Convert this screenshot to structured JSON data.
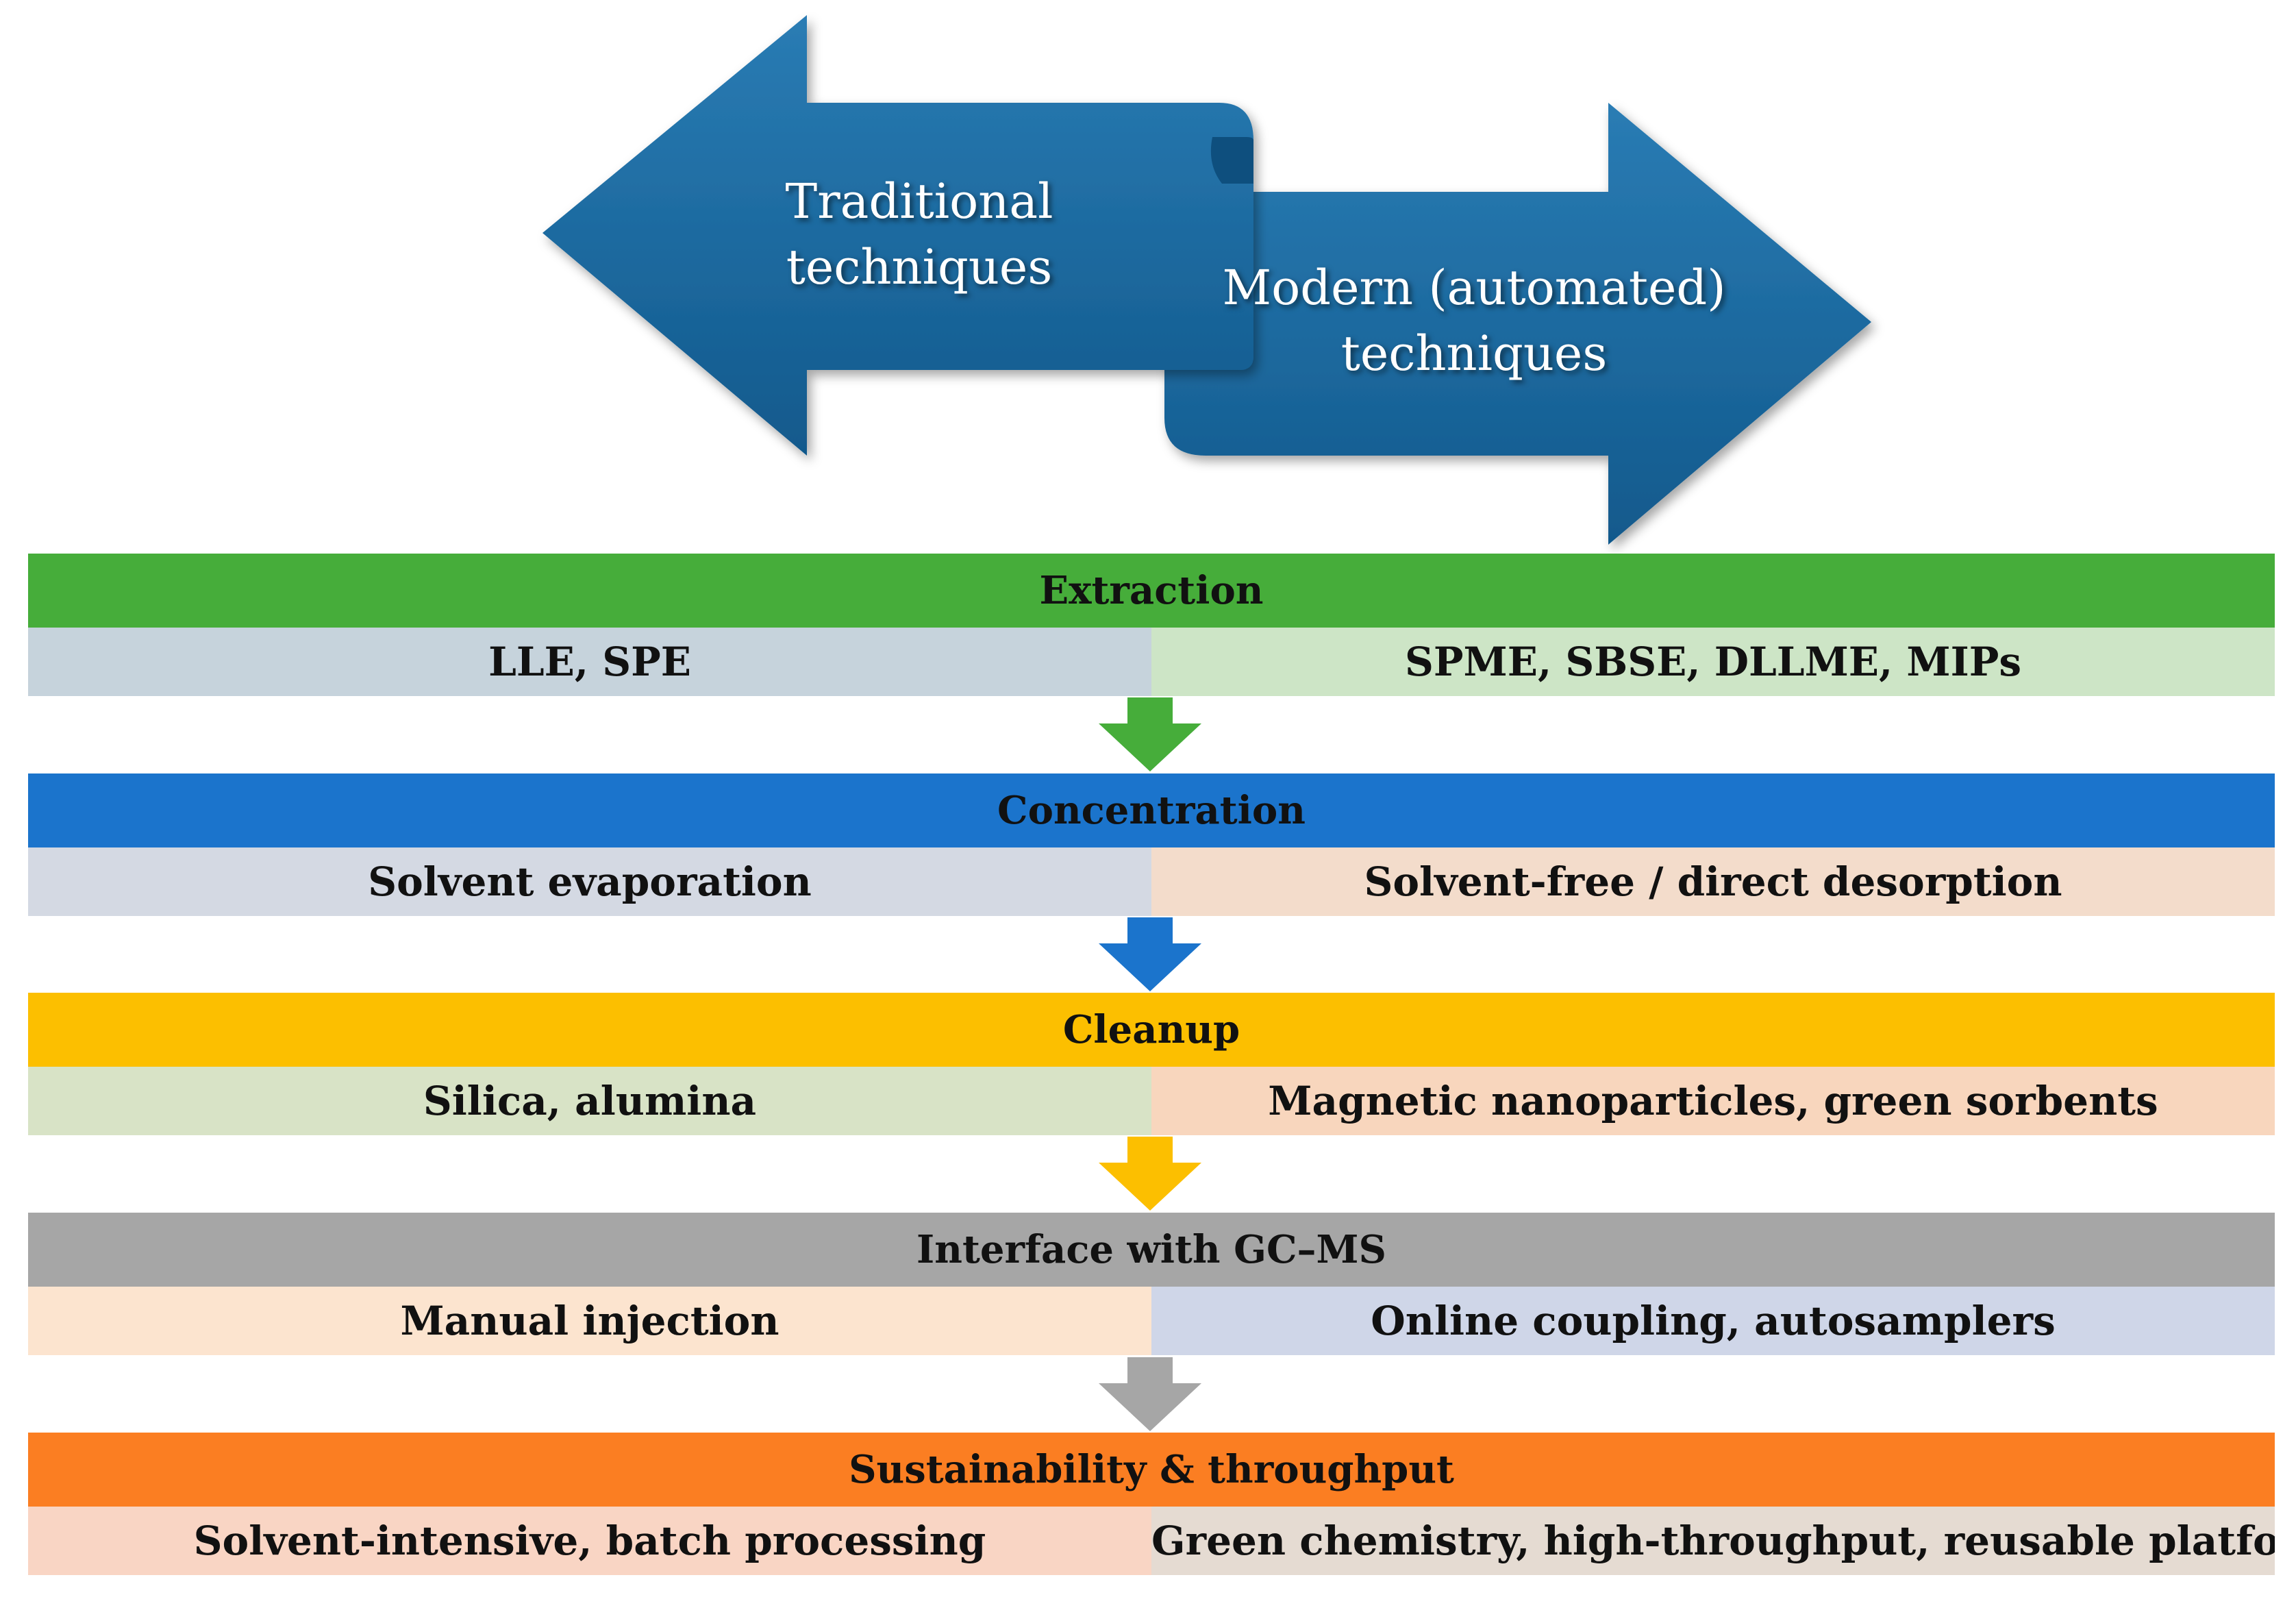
{
  "arrows": {
    "traditional_label": "Traditional techniques",
    "modern_label": "Modern (automated) techniques",
    "color": "#1f6aa0"
  },
  "stages": [
    {
      "title": "Extraction",
      "header_color": "#46ad3a",
      "traditional": "LLE, SPE",
      "traditional_bg": "#c6d3dc",
      "modern": "SPME, SBSE, DLLME, MIPs",
      "modern_bg": "#cde5c6",
      "connector_color": "#46ad3a"
    },
    {
      "title": "Concentration",
      "header_color": "#1b74cc",
      "traditional": "Solvent evaporation",
      "traditional_bg": "#d4d9e3",
      "modern": "Solvent-free / direct desorption",
      "modern_bg": "#f3dccb",
      "connector_color": "#1b74cc"
    },
    {
      "title": "Cleanup",
      "header_color": "#fcbf00",
      "traditional": "Silica, alumina",
      "traditional_bg": "#d8e3c6",
      "modern": "Magnetic nanoparticles, green sorbents",
      "modern_bg": "#f8d6bd",
      "connector_color": "#fcbf00"
    },
    {
      "title": "Interface with GC–MS",
      "header_color": "#a6a6a6",
      "traditional": "Manual injection",
      "traditional_bg": "#fce4cf",
      "modern": "Online coupling, autosamplers",
      "modern_bg": "#cfd6e8",
      "connector_color": "#a6a6a6"
    },
    {
      "title": "Sustainability & throughput",
      "header_color": "#fb7e22",
      "traditional": "Solvent-intensive, batch processing",
      "traditional_bg": "#f9d5c4",
      "modern": "Green chemistry, high-throughput, reusable platforms",
      "modern_bg": "#e5dbd2"
    }
  ]
}
